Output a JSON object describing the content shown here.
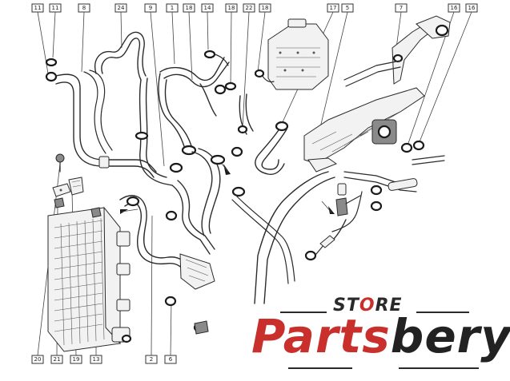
{
  "callouts": {
    "top": [
      "11",
      "11",
      "8",
      "24",
      "9",
      "1",
      "18",
      "14",
      "18",
      "22",
      "18",
      "17",
      "5",
      "7",
      "16",
      "16"
    ],
    "bottom": [
      "20",
      "21",
      "19",
      "13",
      "2",
      "6"
    ]
  },
  "watermark": {
    "store_prefix": "ST",
    "store_o": "O",
    "store_suffix": "RE",
    "brand_red": "Parts",
    "brand_dark": "bery"
  },
  "colors": {
    "line_art": "#2b2b2b",
    "brand_red": "#c9302c",
    "brand_dark": "#222222",
    "store_o_accent": "#c9302c"
  }
}
